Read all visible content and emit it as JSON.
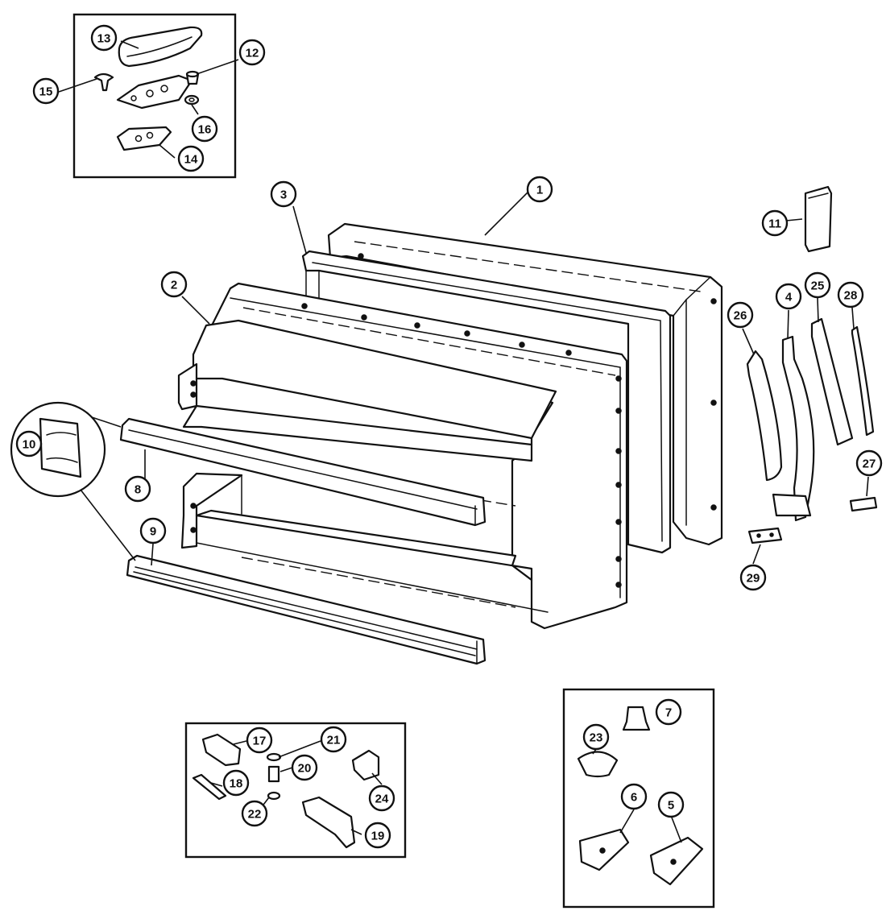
{
  "diagram": {
    "callouts": [
      {
        "id": "callout-1",
        "label": "1",
        "part": "door-outer-panel"
      },
      {
        "id": "callout-2",
        "label": "2",
        "part": "door-inner-liner"
      },
      {
        "id": "callout-3",
        "label": "3",
        "part": "door-gasket"
      },
      {
        "id": "callout-4",
        "label": "4",
        "part": "door-stop-bracket"
      },
      {
        "id": "callout-5",
        "label": "5",
        "part": "clip-right"
      },
      {
        "id": "callout-6",
        "label": "6",
        "part": "clip-left"
      },
      {
        "id": "callout-7",
        "label": "7",
        "part": "plug-button"
      },
      {
        "id": "callout-8",
        "label": "8",
        "part": "shelf-rail-upper"
      },
      {
        "id": "callout-9",
        "label": "9",
        "part": "shelf-rail-lower"
      },
      {
        "id": "callout-10",
        "label": "10",
        "part": "rail-end-cap"
      },
      {
        "id": "callout-11",
        "label": "11",
        "part": "handle-end-cap"
      },
      {
        "id": "callout-12",
        "label": "12",
        "part": "hinge-pin"
      },
      {
        "id": "callout-13",
        "label": "13",
        "part": "hinge-cover"
      },
      {
        "id": "callout-14",
        "label": "14",
        "part": "hinge-shim"
      },
      {
        "id": "callout-15",
        "label": "15",
        "part": "hinge-screw"
      },
      {
        "id": "callout-16",
        "label": "16",
        "part": "hinge-washer"
      },
      {
        "id": "callout-17",
        "label": "17",
        "part": "center-hinge"
      },
      {
        "id": "callout-18",
        "label": "18",
        "part": "hinge-spacer"
      },
      {
        "id": "callout-19",
        "label": "19",
        "part": "bottom-hinge"
      },
      {
        "id": "callout-20",
        "label": "20",
        "part": "hinge-pin-lower"
      },
      {
        "id": "callout-21",
        "label": "21",
        "part": "pin-washer"
      },
      {
        "id": "callout-22",
        "label": "22",
        "part": "bushing"
      },
      {
        "id": "callout-23",
        "label": "23",
        "part": "cap-plug"
      },
      {
        "id": "callout-24",
        "label": "24",
        "part": "hinge-bracket"
      },
      {
        "id": "callout-25",
        "label": "25",
        "part": "handle-trim"
      },
      {
        "id": "callout-26",
        "label": "26",
        "part": "handle"
      },
      {
        "id": "callout-27",
        "label": "27",
        "part": "handle-insert"
      },
      {
        "id": "callout-28",
        "label": "28",
        "part": "handle-gasket"
      },
      {
        "id": "callout-29",
        "label": "29",
        "part": "handle-mount-plate"
      }
    ]
  }
}
